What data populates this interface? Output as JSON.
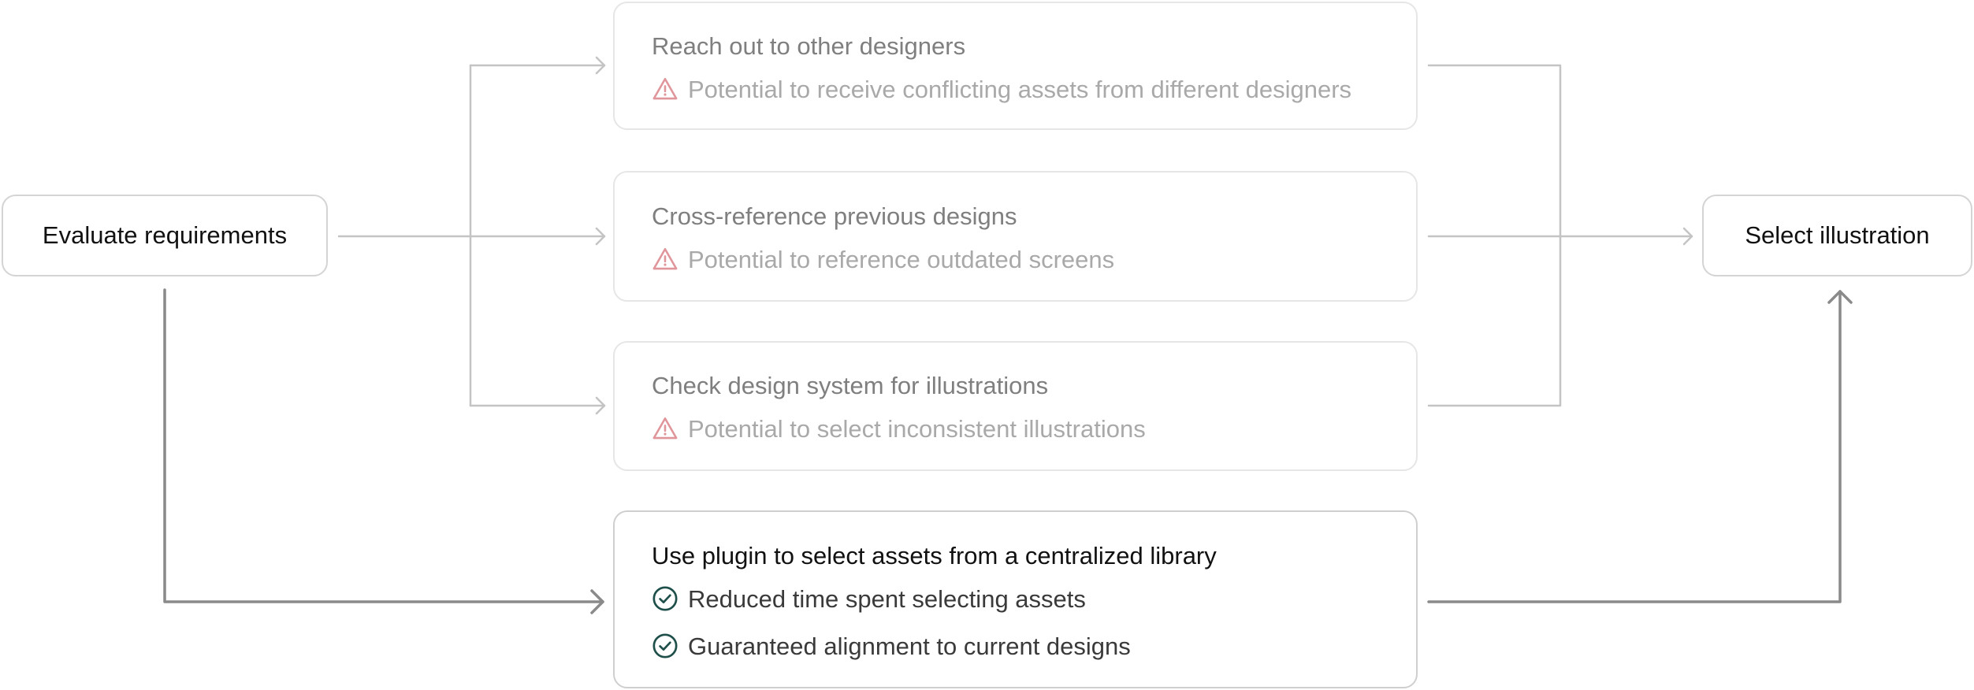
{
  "start": {
    "label": "Evaluate requirements"
  },
  "end": {
    "label": "Select illustration"
  },
  "options": [
    {
      "title": "Reach out to other designers",
      "risk": "Potential to receive conflicting assets from different designers"
    },
    {
      "title": "Cross-reference previous designs",
      "risk": "Potential to reference outdated screens"
    },
    {
      "title": "Check design system for illustrations",
      "risk": "Potential to select inconsistent illustrations"
    }
  ],
  "recommended": {
    "title": "Use plugin to select assets from a centralized library",
    "benefits": [
      "Reduced time spent selecting assets",
      "Guaranteed alignment to current designs"
    ]
  },
  "icons": {
    "risk": "warning-triangle-icon",
    "benefit": "check-circle-icon"
  },
  "colors": {
    "faded_connector": "#c4c4c4",
    "primary_connector": "#8a8a8a",
    "warning": "#e0959b",
    "check": "#1f4f4a"
  }
}
